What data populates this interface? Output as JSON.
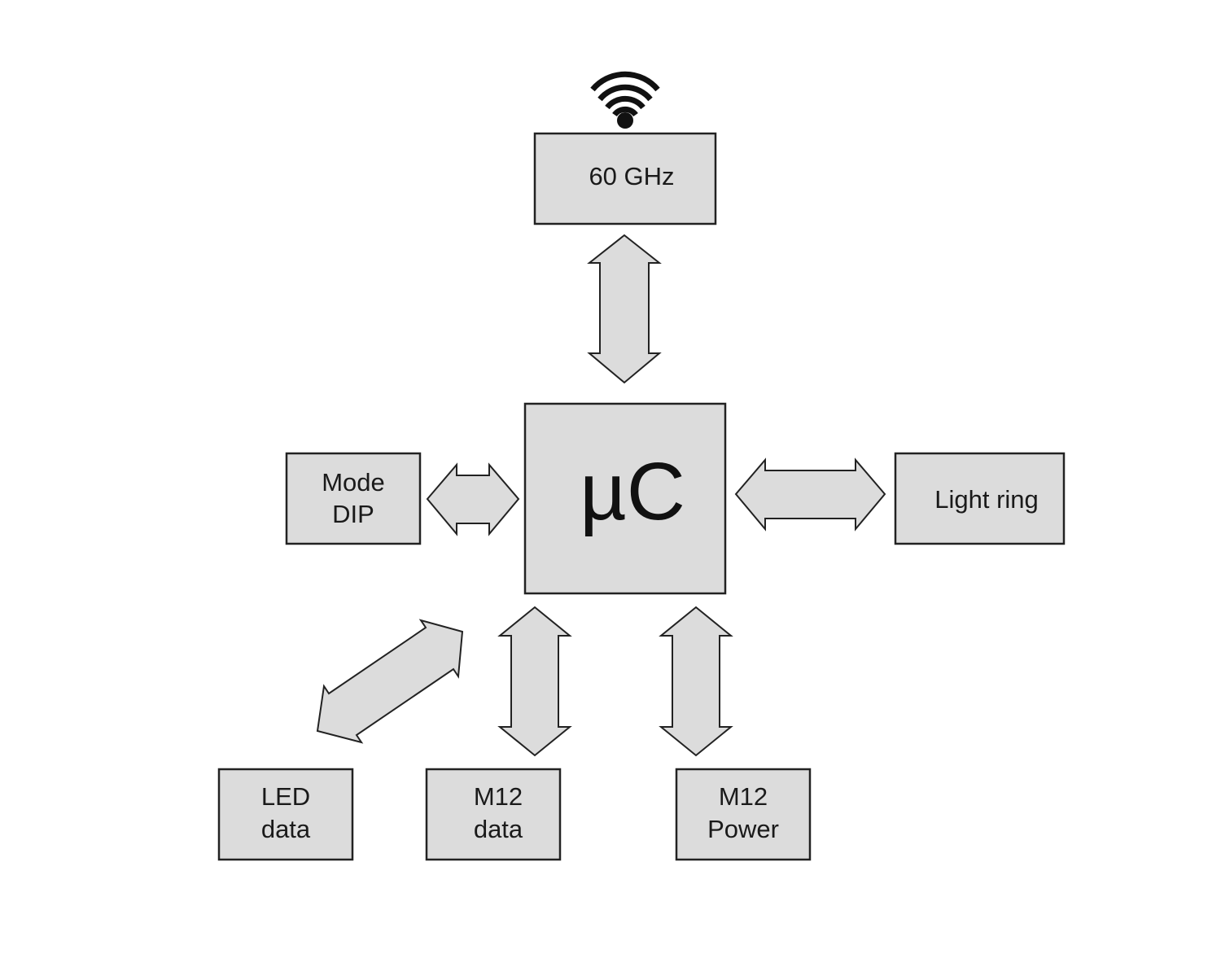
{
  "blocks": {
    "radio": {
      "label": "60 GHz"
    },
    "mcu": {
      "label": "µC"
    },
    "mode_dip": {
      "line1": "Mode",
      "line2": "DIP"
    },
    "light_ring": {
      "label": "Light ring"
    },
    "led_data": {
      "line1": "LED",
      "line2": "data"
    },
    "m12_data": {
      "line1": "M12",
      "line2": "data"
    },
    "m12_power": {
      "line1": "M12",
      "line2": "Power"
    }
  },
  "icons": {
    "antenna": "wireless-signal-icon"
  },
  "colors": {
    "block_fill": "#dcdcdc",
    "stroke": "#222222"
  }
}
